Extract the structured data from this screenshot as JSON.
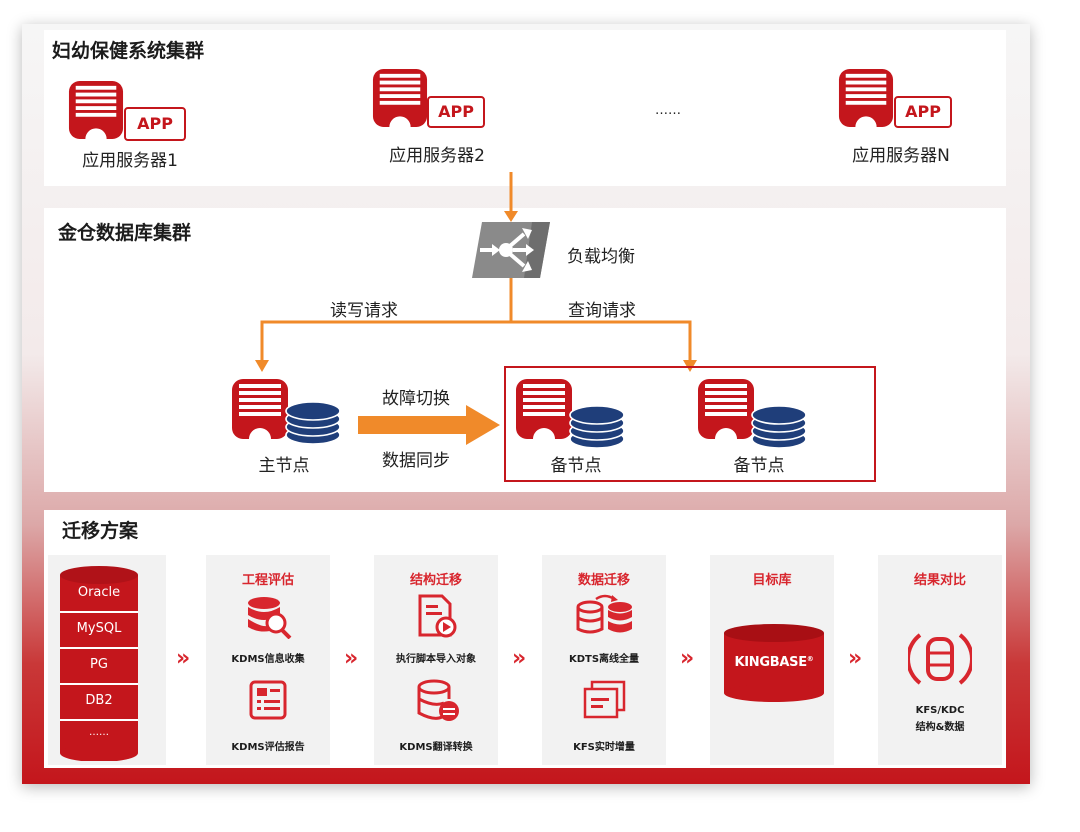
{
  "app_cluster": {
    "title": "妇幼保健系统集群",
    "app_badge": "APP",
    "servers": [
      "应用服务器1",
      "应用服务器2",
      "应用服务器N"
    ],
    "ellipsis": "……"
  },
  "db_cluster": {
    "title": "金仓数据库集群",
    "load_balancer": "负载均衡",
    "read_write": "读写请求",
    "query": "查询请求",
    "failover": "故障切换",
    "data_sync": "数据同步",
    "primary": "主节点",
    "standby_1": "备节点",
    "standby_2": "备节点"
  },
  "migration": {
    "title": "迁移方案",
    "source_dbs": [
      "Oracle",
      "MySQL",
      "PG",
      "DB2",
      "……"
    ],
    "chevron": "»",
    "steps": [
      {
        "title": "工程评估",
        "items": [
          "KDMS信息收集",
          "KDMS评估报告"
        ]
      },
      {
        "title": "结构迁移",
        "items": [
          "执行脚本导入对象",
          "KDMS翻译转换"
        ]
      },
      {
        "title": "数据迁移",
        "items": [
          "KDTS离线全量",
          "KFS实时增量"
        ]
      },
      {
        "title": "目标库",
        "logo": "KINGBASE",
        "logo_mark": "®"
      },
      {
        "title": "结果对比",
        "items": [
          "KFS/KDC",
          "结构&数据"
        ]
      }
    ]
  },
  "colors": {
    "brand_red": "#c4161c",
    "accent_red": "#d8262e",
    "arrow_orange": "#f08a2a",
    "disk_navy": "#1f3e7a",
    "lb_gray": "#8a8a8a"
  }
}
